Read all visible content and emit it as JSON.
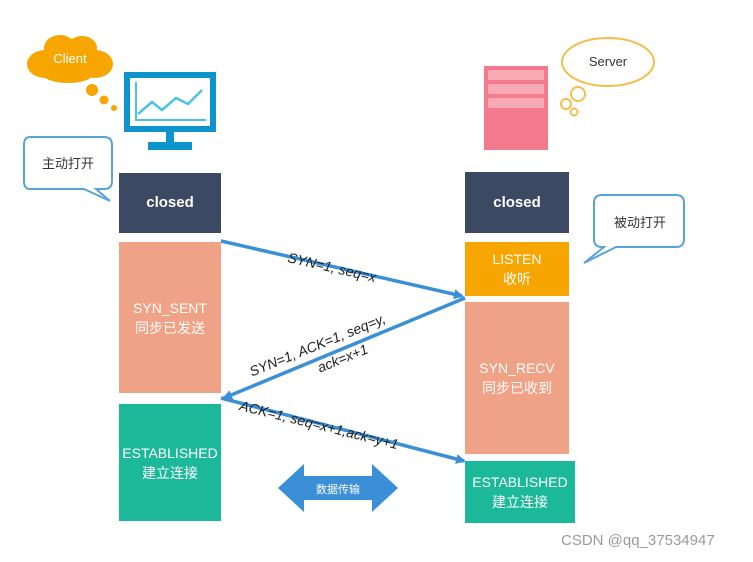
{
  "client": {
    "label": "Client",
    "callout": "主动打开"
  },
  "server": {
    "label": "Server",
    "callout": "被动打开"
  },
  "client_states": {
    "closed": "closed",
    "syn_sent": [
      "SYN_SENT",
      "同步已发送"
    ],
    "established": [
      "ESTABLISHED",
      "建立连接"
    ]
  },
  "server_states": {
    "closed": "closed",
    "listen": [
      "LISTEN",
      "收听"
    ],
    "syn_recv": [
      "SYN_RECV",
      "同步已收到"
    ],
    "established": [
      "ESTABLISHED",
      "建立连接"
    ]
  },
  "messages": {
    "syn": "SYN=1,  seq=x",
    "syn_ack": [
      "SYN=1,  ACK=1,  seq=y,",
      "ack=x+1"
    ],
    "ack": "ACK=1,  seq=x+1,ack=y+1"
  },
  "data_transfer": "数据传输",
  "watermark": "CSDN @qq_37534947",
  "colors": {
    "closed": "#3b4a62",
    "salmon": "#f0a287",
    "teal": "#1bb89a",
    "orange": "#f7a500",
    "arrow": "#3a8fd6",
    "cloud_client": "#f7a500",
    "server_pink": "#f27a8c"
  }
}
